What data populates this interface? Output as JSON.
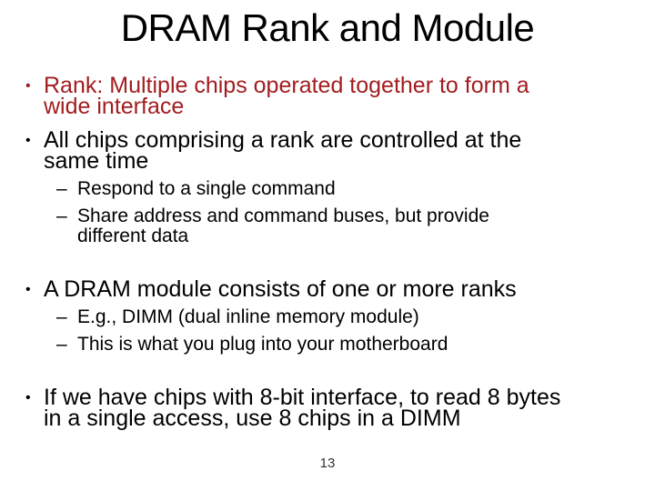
{
  "slide": {
    "title": "DRAM Rank and Module",
    "page_number": "13",
    "colors": {
      "emphasis_red": "#A21D20",
      "body_black": "#000000",
      "background": "#FFFFFF"
    },
    "markers": {
      "level1": "•",
      "level2": "–"
    },
    "bullets": [
      {
        "level": 1,
        "emphasis": "red",
        "new_section": false,
        "text": "Rank: Multiple chips operated together to form a\nwide interface"
      },
      {
        "level": 1,
        "emphasis": "black",
        "new_section": false,
        "text": "All chips comprising a rank are controlled at the\nsame time"
      },
      {
        "level": 2,
        "emphasis": "black",
        "new_section": false,
        "text": "Respond to a single command"
      },
      {
        "level": 2,
        "emphasis": "black",
        "new_section": false,
        "text": "Share address and command buses, but provide\ndifferent data"
      },
      {
        "level": 1,
        "emphasis": "black",
        "new_section": true,
        "text": "A DRAM module consists of one or more ranks"
      },
      {
        "level": 2,
        "emphasis": "black",
        "new_section": false,
        "text": "E.g., DIMM (dual inline memory module)"
      },
      {
        "level": 2,
        "emphasis": "black",
        "new_section": false,
        "text": "This is what you plug into your motherboard"
      },
      {
        "level": 1,
        "emphasis": "black",
        "new_section": true,
        "text": "If we have chips with 8-bit interface, to read 8 bytes\nin a single access, use 8 chips in a DIMM"
      }
    ]
  }
}
